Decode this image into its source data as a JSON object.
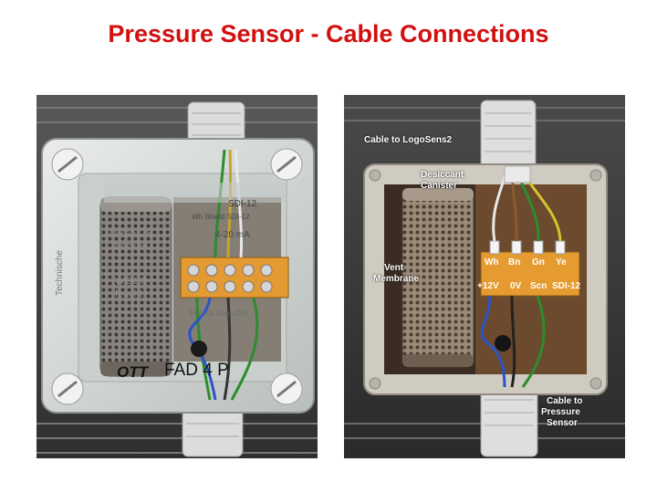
{
  "slide": {
    "title": "Pressure Sensor - Cable Connections"
  },
  "left_photo": {
    "housing_text": {
      "line1": "SDI-12",
      "line2": "Wh  Shield  SDI-12",
      "line3": "4-20 mA",
      "orange1": "ORANGE",
      "orange2": "trocken",
      "weiss1": "WEISS",
      "weiss2": "feucht",
      "side": "Technische",
      "bottom": "Pink  Gr  None  GH",
      "logo": "OTT",
      "model": "FAD 4 P"
    }
  },
  "right_photo": {
    "labels": {
      "cable_to_logosens": "Cable to LogoSens2",
      "desiccant_1": "Desiccant",
      "desiccant_2": "Canister",
      "vent_1": "Vent",
      "vent_2": "Membrane",
      "cable_to_sensor_1": "Cable to",
      "cable_to_sensor_2": "Pressure",
      "cable_to_sensor_3": "Sensor"
    },
    "terminals_top": [
      "Wh",
      "Bn",
      "Gn",
      "Ye"
    ],
    "terminals_bottom": [
      "+12V",
      "0V",
      "Scn",
      "SDI-12"
    ]
  }
}
